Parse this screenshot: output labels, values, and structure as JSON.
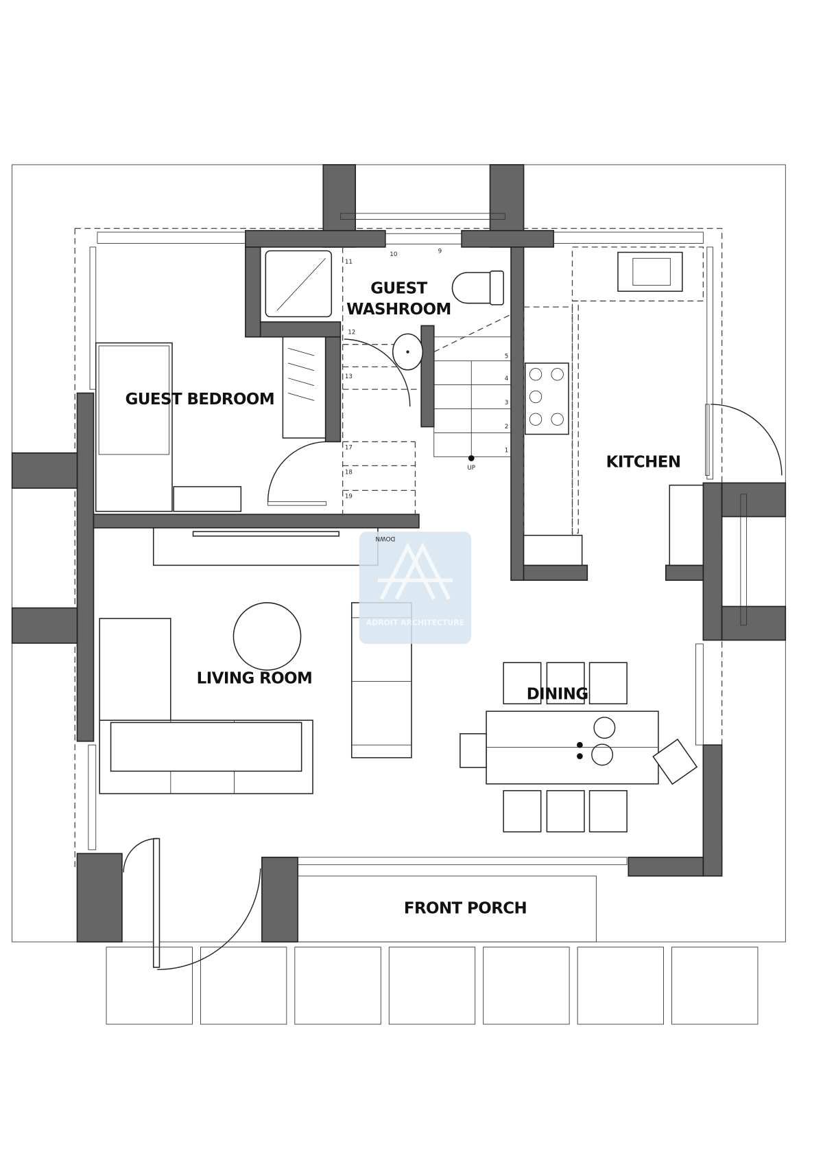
{
  "plan": {
    "rooms": {
      "guest_bedroom": "GUEST BEDROOM",
      "guest_washroom_line1": "GUEST",
      "guest_washroom_line2": "WASHROOM",
      "kitchen": "KITCHEN",
      "living_room": "LIVING ROOM",
      "dining": "DINING",
      "front_porch": "FRONT PORCH"
    },
    "stairs": {
      "up_label": "UP",
      "down_label": "DOWN",
      "steps_lower": [
        "1",
        "2",
        "3",
        "4",
        "5"
      ],
      "steps_upper": [
        "9",
        "10",
        "11",
        "12",
        "13"
      ],
      "steps_landing": [
        "17",
        "18",
        "19"
      ]
    },
    "watermark": {
      "text": "ADROIT ARCHITECTURE",
      "color": "#d6e6f0"
    },
    "colors": {
      "wall": "#666666",
      "line": "#222222"
    }
  }
}
